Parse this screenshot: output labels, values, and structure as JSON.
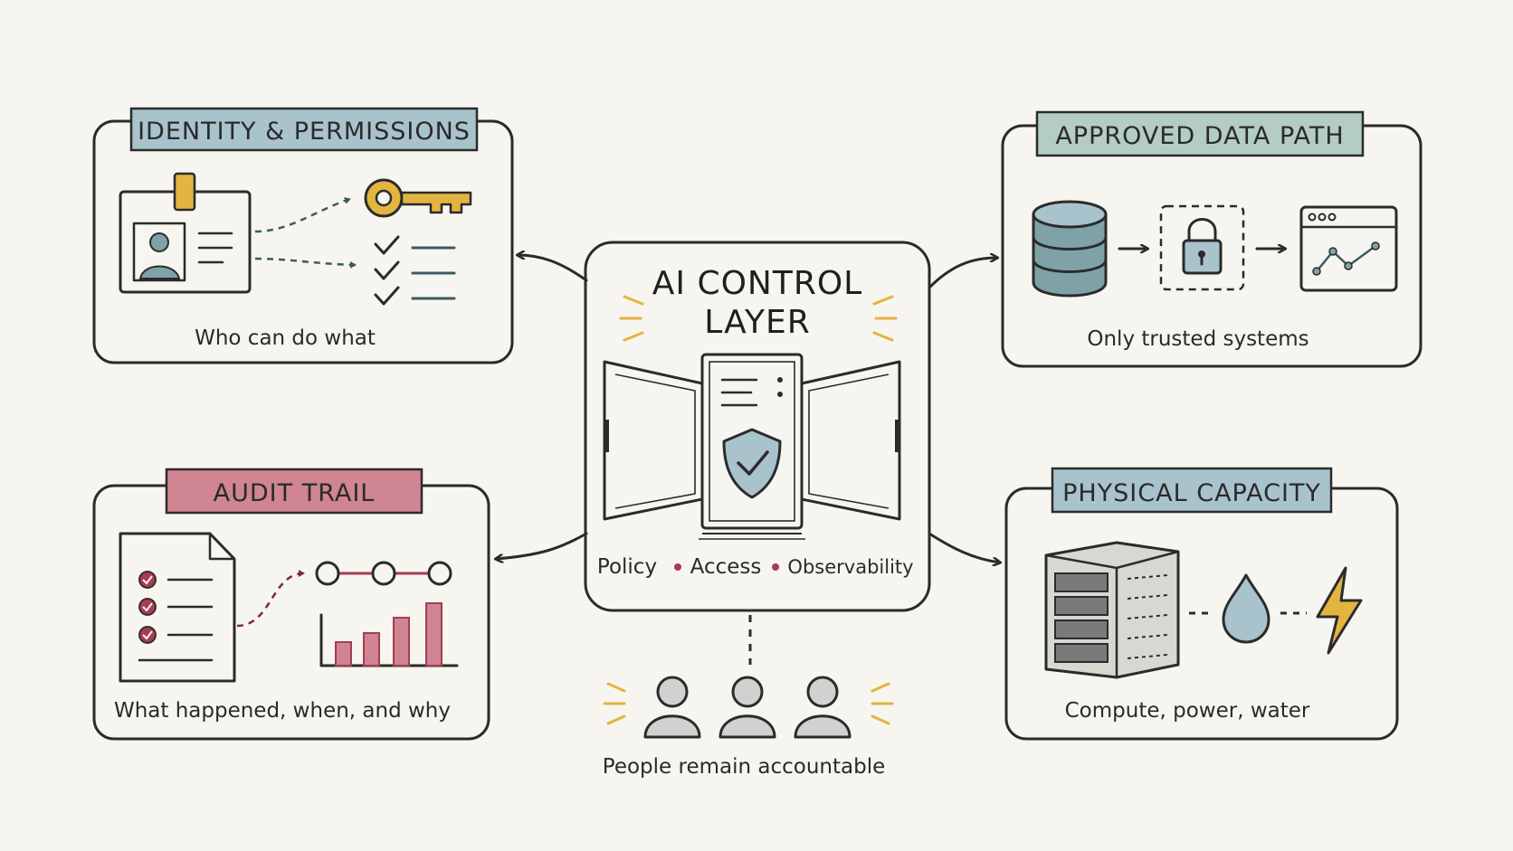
{
  "center": {
    "title_line1": "AI CONTROL",
    "title_line2": "LAYER",
    "pillars": [
      "Policy",
      "Access",
      "Observability"
    ]
  },
  "panels": {
    "identity": {
      "title": "IDENTITY & PERMISSIONS",
      "caption": "Who can do what"
    },
    "data_path": {
      "title": "APPROVED DATA PATH",
      "caption": "Only trusted systems"
    },
    "audit": {
      "title": "AUDIT TRAIL",
      "caption": "What happened, when, and why"
    },
    "physical": {
      "title": "PHYSICAL CAPACITY",
      "caption": "Compute, power, water"
    }
  },
  "people": {
    "caption": "People remain accountable"
  },
  "colors": {
    "background": "#f7f5ef",
    "ink": "#2b2b2b",
    "banner_blue": "#a9c3cc",
    "banner_green": "#b3ccc6",
    "banner_red": "#cf8592",
    "gold": "#e2b540",
    "teal": "#7fa2a7",
    "maroon": "#a63c52"
  },
  "icons": [
    "id-badge-icon",
    "key-icon",
    "checklist-icon",
    "database-icon",
    "padlock-icon",
    "browser-chart-icon",
    "document-checklist-icon",
    "timeline-icon",
    "bar-chart-icon",
    "server-rack-icon",
    "water-drop-icon",
    "lightning-icon",
    "shield-check-icon",
    "people-icon"
  ]
}
